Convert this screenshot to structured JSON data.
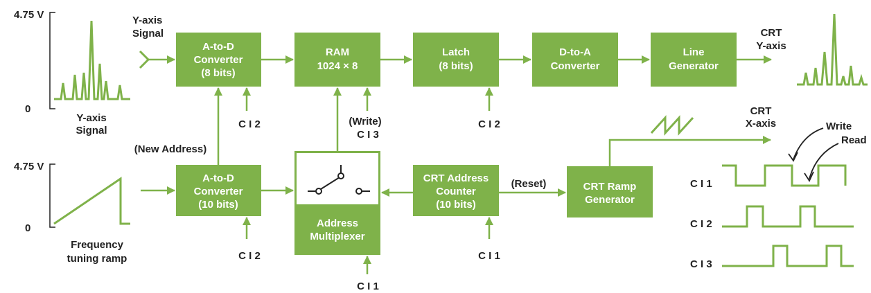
{
  "colors": {
    "block": "#7fb24a",
    "text": "#222222",
    "block_text": "#ffffff"
  },
  "blocks": {
    "adc_y": [
      "A-to-D",
      "Converter",
      "(8 bits)"
    ],
    "ram": [
      "RAM",
      "1024 × 8"
    ],
    "latch": [
      "Latch",
      "(8 bits)"
    ],
    "dac": [
      "D-to-A",
      "Converter"
    ],
    "linegen": [
      "Line",
      "Generator"
    ],
    "adc_x": [
      "A-to-D",
      "Converter",
      "(10 bits)"
    ],
    "mux": [
      "Address",
      "Multiplexer"
    ],
    "counter": [
      "CRT Address",
      "Counter",
      "(10 bits)"
    ],
    "ramp": [
      "CRT Ramp",
      "Generator"
    ]
  },
  "labels": {
    "v_top": "4.75 V",
    "zero_top": "0",
    "v_bot": "4.75 V",
    "zero_bot": "0",
    "y_in": [
      "Y-axis",
      "Signal"
    ],
    "y_sig": [
      "Y-axis",
      "Signal"
    ],
    "freq": [
      "Frequency",
      "tuning ramp"
    ],
    "new_addr": "(New Address)",
    "write": "(Write)",
    "reset": "(Reset)",
    "crt_y": [
      "CRT",
      "Y-axis"
    ],
    "crt_x": [
      "CRT",
      "X-axis"
    ],
    "write_arrow": "Write",
    "read_arrow": "Read",
    "clk_adc_y": "C I 2",
    "clk_ram": "C I 3",
    "clk_latch": "C I 2",
    "clk_adc_x": "C I 2",
    "clk_mux": "C I 1",
    "clk_counter": "C I 1"
  },
  "timing": {
    "cl1": "C I 1",
    "cl2": "C I 2",
    "cl3": "C I 3"
  },
  "icons": {
    "mux_switch": "switch-icon",
    "sawtooth": "sawtooth-icon"
  }
}
